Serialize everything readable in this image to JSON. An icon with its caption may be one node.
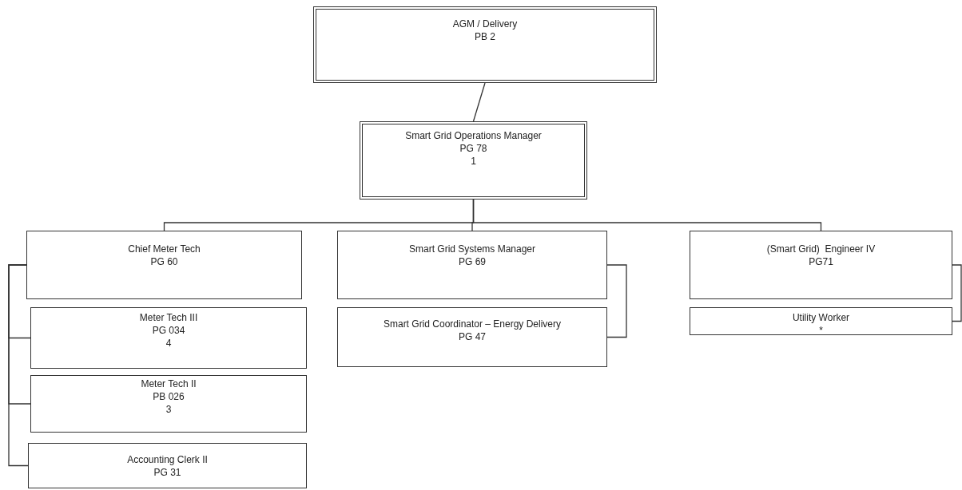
{
  "diagram": {
    "nodes": [
      {
        "text": [
          "AGM / Delivery",
          "PB 2"
        ]
      },
      {
        "text": [
          "Smart Grid Operations Manager",
          "PG 78",
          "1"
        ]
      },
      {
        "text": [
          "Chief Meter Tech",
          "PG 60"
        ]
      },
      {
        "text": [
          "Meter Tech III",
          "PG 034",
          "4"
        ]
      },
      {
        "text": [
          "Meter Tech II",
          "PB 026",
          "3"
        ]
      },
      {
        "text": [
          "Accounting Clerk II",
          "PG 31"
        ]
      },
      {
        "text": [
          "Smart Grid Systems Manager",
          "PG 69"
        ]
      },
      {
        "text": [
          "Smart Grid Coordinator – Energy Delivery",
          "PG 47"
        ]
      },
      {
        "text": [
          "(Smart Grid)  Engineer IV",
          "PG71"
        ]
      },
      {
        "text": [
          "Utility Worker",
          "*"
        ]
      }
    ],
    "edges": [
      {
        "from": 0,
        "to": 1,
        "arrow": "none"
      },
      {
        "from": 1,
        "to": 2,
        "arrow": "none"
      },
      {
        "from": 1,
        "to": 6,
        "arrow": "none"
      },
      {
        "from": 1,
        "to": 8,
        "arrow": "none"
      },
      {
        "from": 2,
        "to": 3,
        "arrow": "none"
      },
      {
        "from": 2,
        "to": 4,
        "arrow": "none"
      },
      {
        "from": 2,
        "to": 5,
        "arrow": "none"
      },
      {
        "from": 6,
        "to": 7,
        "arrow": "none"
      },
      {
        "from": 8,
        "to": 9,
        "arrow": "none"
      }
    ]
  }
}
